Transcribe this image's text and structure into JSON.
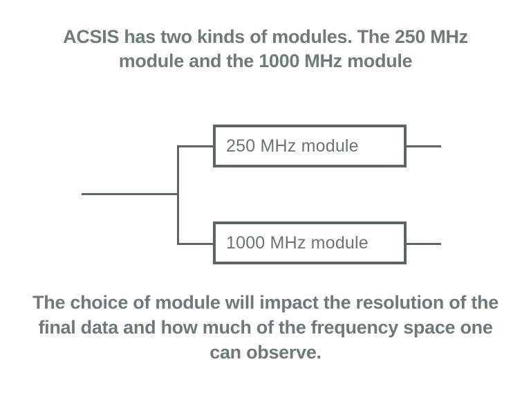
{
  "page": {
    "background_color": "#ffffff",
    "line_color": "#5b6664",
    "heading_text_color": "#6e7a7c",
    "box_text_color": "#6a7473"
  },
  "title": {
    "text": "ACSIS has two kinds of modules. The 250 MHz module and the 1000 MHz module",
    "lines": [
      "ACSIS has two kinds of modules. The 250 MHz",
      "module and the 1000 MHz module"
    ]
  },
  "diagram": {
    "type": "branch",
    "boxes": [
      {
        "label": "250 MHz module"
      },
      {
        "label": "1000 MHz module"
      }
    ]
  },
  "caption": {
    "text": "The choice of module will impact the resolution of the final data and how much of the frequency space one can observe.",
    "lines": [
      "The choice of module will impact the resolution of the",
      "final data and how much of the frequency space one",
      "can observe."
    ]
  }
}
